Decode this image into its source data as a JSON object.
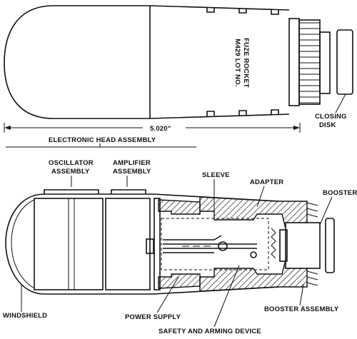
{
  "top_view": {
    "body_text_line1": "FUZE ROCKET",
    "body_text_line2": "M429 LOT NO.",
    "dimension": "5.020\"",
    "closing_disk_line1": "CLOSING",
    "closing_disk_line2": "DISK"
  },
  "section_view": {
    "electronic_head_assembly": "ELECTRONIC HEAD ASSEMBLY",
    "oscillator_line1": "OSCILLATOR",
    "oscillator_line2": "ASSEMBLY",
    "amplifier_line1": "AMPLIFIER",
    "amplifier_line2": "ASSEMBLY",
    "sleeve": "SLEEVE",
    "adapter": "ADAPTER",
    "booster": "BOOSTER",
    "windshield": "WINDSHIELD",
    "power_supply": "POWER SUPPLY",
    "safety_arming": "SAFETY AND ARMING DEVICE",
    "booster_assembly": "BOOSTER ASSEMBLY"
  }
}
